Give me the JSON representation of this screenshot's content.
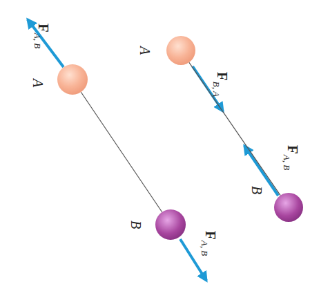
{
  "diagram": {
    "nodes": [
      {
        "text": [
          "A"
        ]
      },
      {
        "text": [
          "B"
        ]
      },
      {
        "text": [
          "A"
        ]
      },
      {
        "text": [
          "B"
        ]
      }
    ],
    "edges": [
      {
        "from": 0,
        "to": 1,
        "arrow": "none"
      },
      {
        "from": 2,
        "to": 3,
        "arrow": "none"
      }
    ],
    "labels": [
      "F",
      "A, B",
      "F",
      "A, B",
      "F",
      "B, A",
      "F",
      "A, B"
    ]
  }
}
